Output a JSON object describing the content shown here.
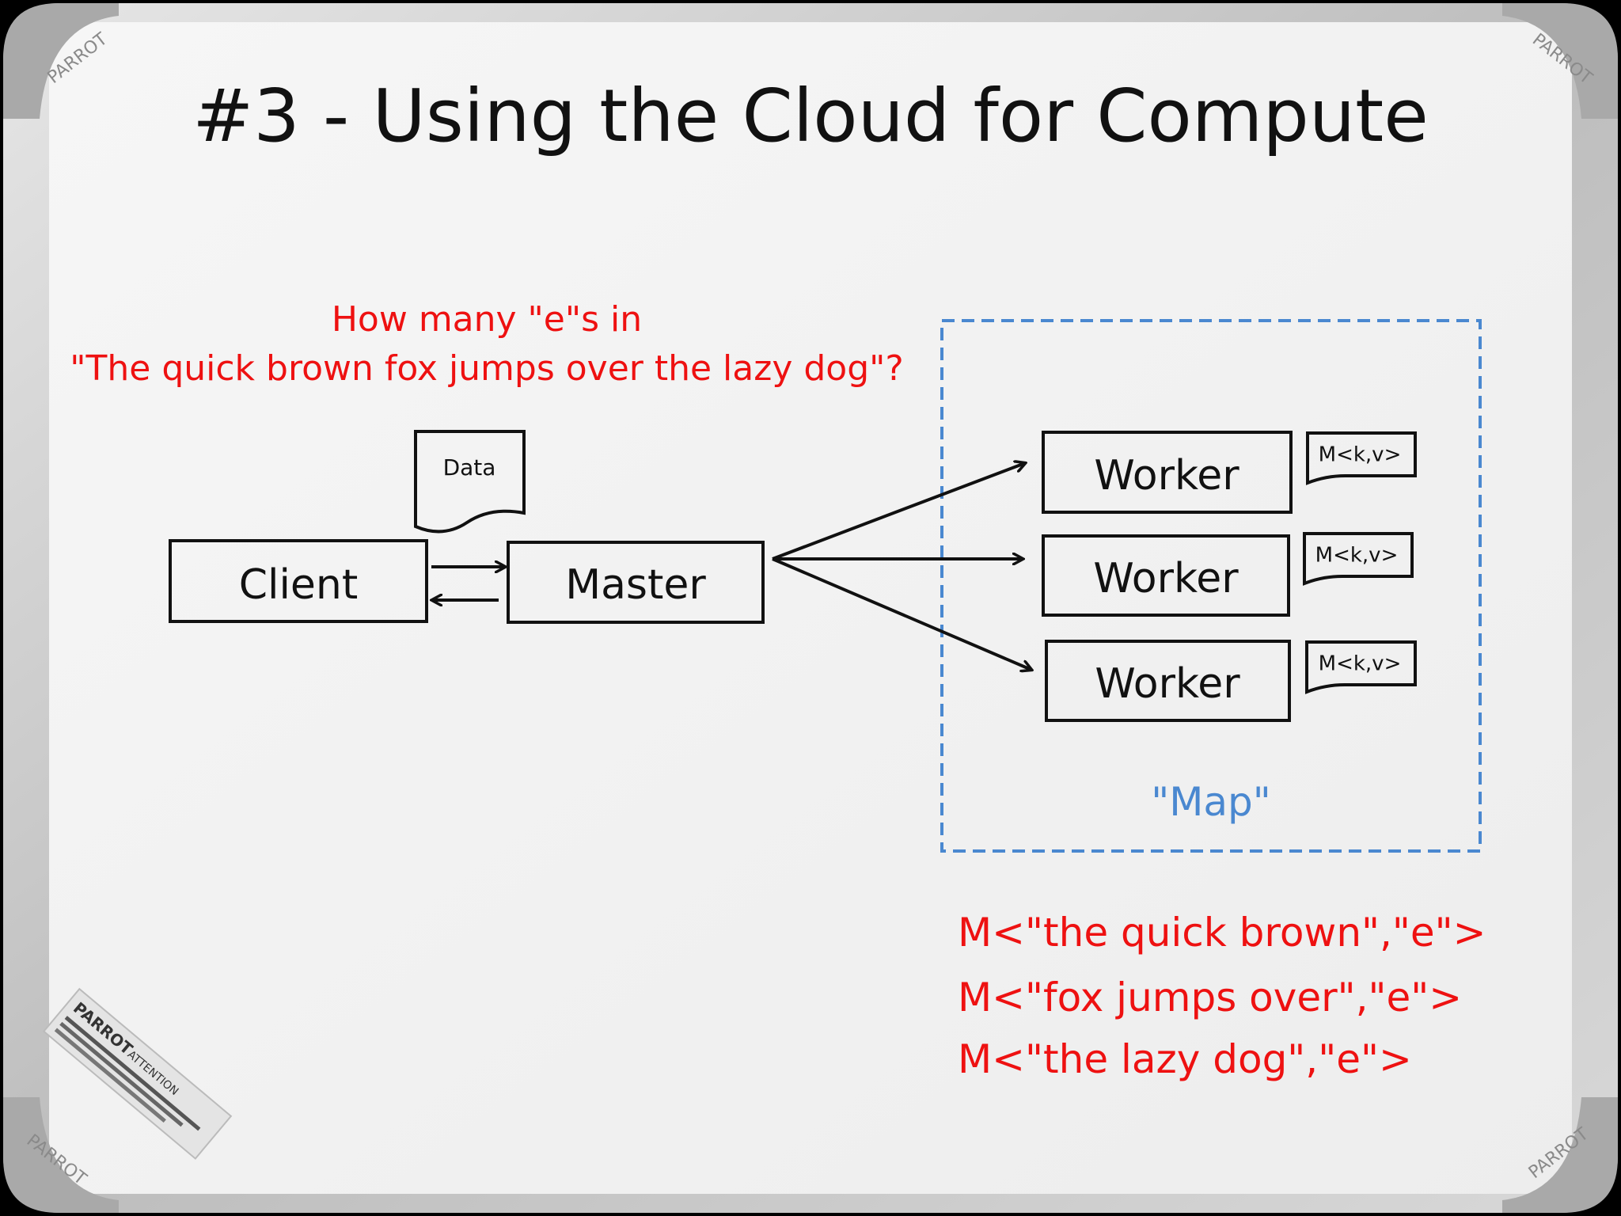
{
  "title": "#3 - Using the Cloud for Compute",
  "question": {
    "line1": "How many \"e\"s in",
    "line2": "\"The quick brown fox jumps over the lazy dog\"?"
  },
  "nodes": {
    "client": "Client",
    "master": "Master",
    "data_doc": "Data",
    "workers": [
      {
        "label": "Worker",
        "output": "M<k,v>"
      },
      {
        "label": "Worker",
        "output": "M<k,v>"
      },
      {
        "label": "Worker",
        "output": "M<k,v>"
      }
    ]
  },
  "map_label": "\"Map\"",
  "map_outputs": [
    "M<\"the quick brown\",\"e\">",
    "M<\"fox jumps over\",\"e\">",
    "M<\"the lazy dog\",\"e\">"
  ],
  "frame_brand": [
    "PARROT",
    "PARROT",
    "PARROT",
    "PARROT"
  ],
  "sticker": {
    "brand": "PARROT",
    "heading": "ATTENTION"
  },
  "colors": {
    "ink_black": "#111111",
    "ink_red": "#ee1111",
    "ink_blue": "#4a88d0",
    "board": "#f3f3f3",
    "frame": "#c8c8c8"
  }
}
